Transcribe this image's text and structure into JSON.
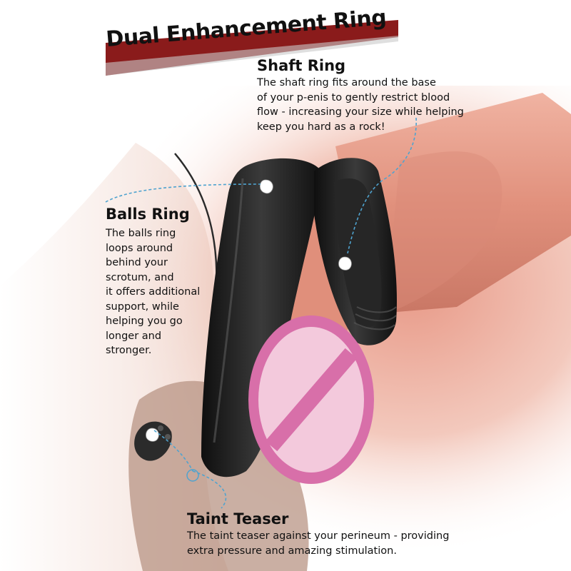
{
  "title": "Dual Enhancement Ring",
  "callouts": {
    "shaft_ring": {
      "heading": "Shaft Ring",
      "lines": [
        "The shaft ring fits around the base",
        "of your p-enis to gently restrict blood",
        "flow - increasing your size while helping",
        "keep you hard as a rock!"
      ]
    },
    "balls_ring": {
      "heading": "Balls Ring",
      "lines": [
        "The balls ring",
        "loops around",
        "behind your",
        "scrotum, and",
        "it offers additional",
        "support, while",
        "helping you go",
        "longer and",
        "stronger."
      ]
    },
    "taint_teaser": {
      "heading": "Taint Teaser",
      "lines": [
        "The taint teaser against your perineum - providing",
        "extra pressure and amazing stimulation."
      ]
    }
  },
  "colors": {
    "title_bar": "#8a1b1b",
    "skin": "#e9a08c",
    "ring": "#1e1e1e",
    "censor": "#d86fa9",
    "leader_line": "#4fa3cf"
  },
  "icons": [
    "censor-icon"
  ]
}
